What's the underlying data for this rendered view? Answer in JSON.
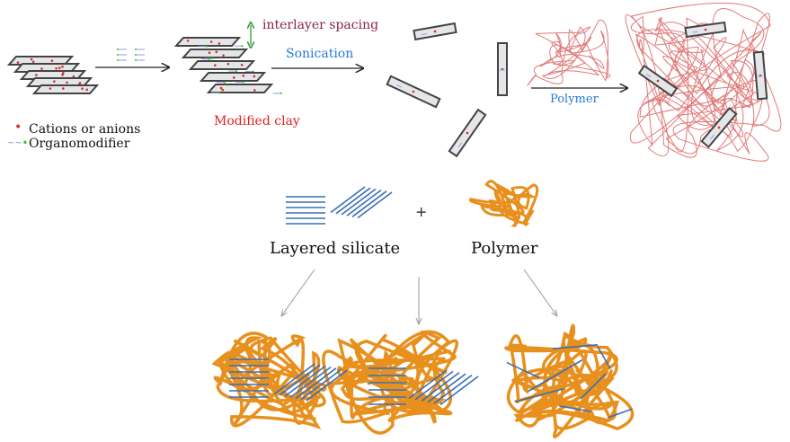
{
  "top": {
    "legend_cations": "Cations or anions",
    "legend_organomodifier": "Organomodifier",
    "interlayer_spacing": "interlayer spacing",
    "sonication": "Sonication",
    "modified_clay": "Modified clay",
    "polymer": "Polymer"
  },
  "bottom": {
    "plus": "+",
    "layered_silicate": "Layered silicate",
    "polymer": "Polymer"
  },
  "colors": {
    "polymer_orange": "#e8901e",
    "silicate_blue": "#3a6fb5",
    "polymer_red": "#e07a7a",
    "sonication_blue": "#2a78d8",
    "modified_red": "#e02020",
    "interlayer_maroon": "#8b2346",
    "spacing_green": "#3a9a3a"
  }
}
